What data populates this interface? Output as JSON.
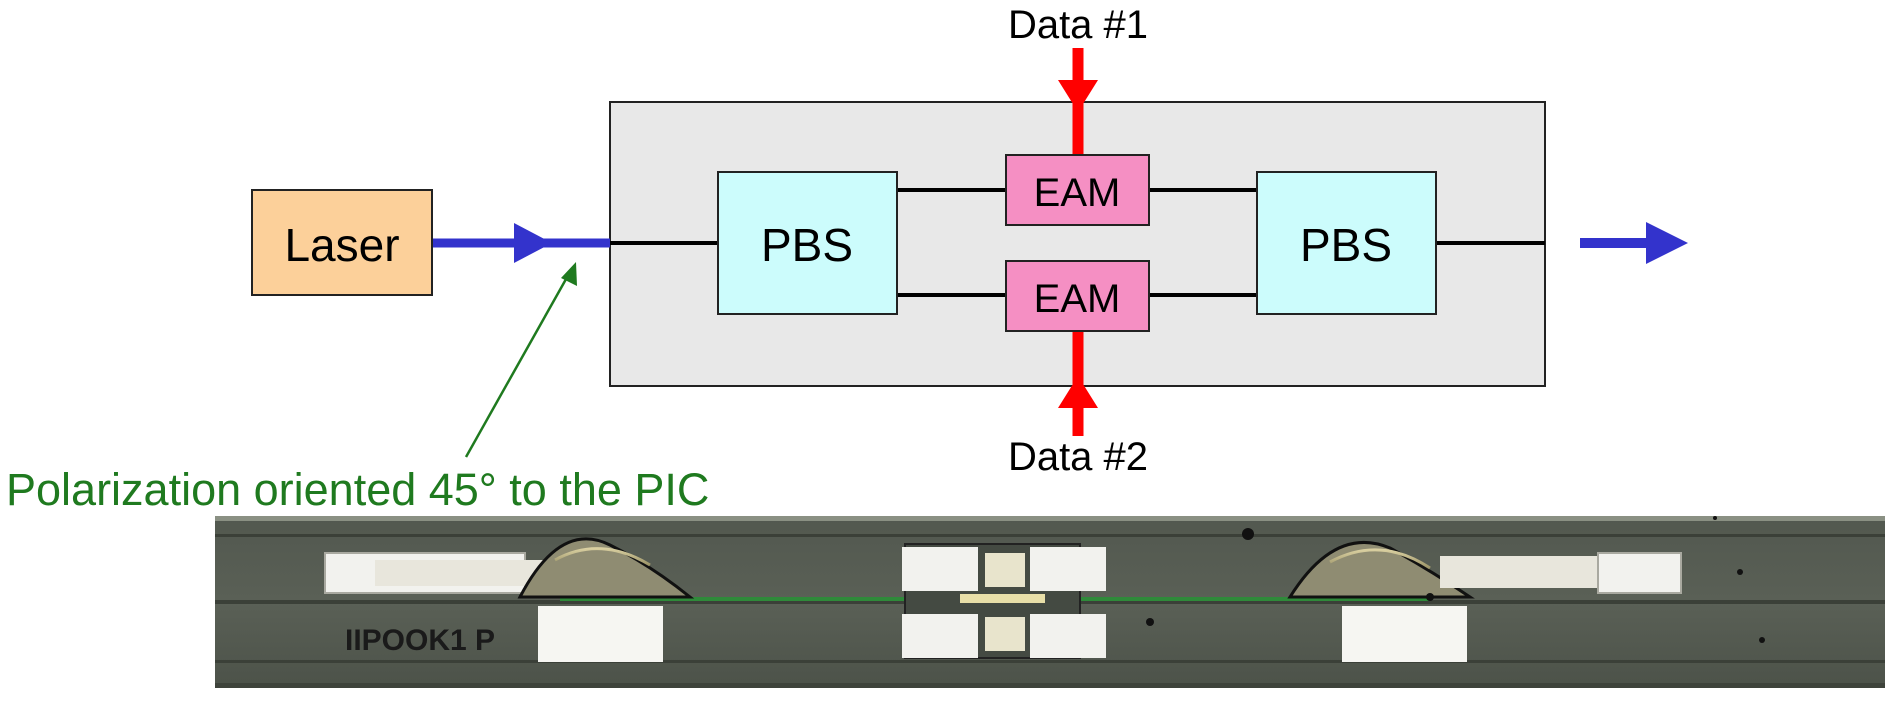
{
  "diagram": {
    "colors": {
      "laser_fill": "#fcd09a",
      "pbs_fill": "#ccfcfc",
      "eam_fill": "#f58fc3",
      "chip_fill": "#e8e8e8",
      "optical_arrow": "#3333cc",
      "data_arrow": "#ff0000",
      "annotation": "#1f7a1f",
      "waveguide": "#000000"
    },
    "blocks": {
      "laser": "Laser",
      "pbs_input": "PBS",
      "eam_top": "EAM",
      "eam_bottom": "EAM",
      "pbs_output": "PBS"
    },
    "data_inputs": {
      "top": "Data #1",
      "bottom": "Data #2"
    },
    "annotation": "Polarization oriented 45° to the PIC",
    "photo_marking": "IIPOOK1 P"
  }
}
